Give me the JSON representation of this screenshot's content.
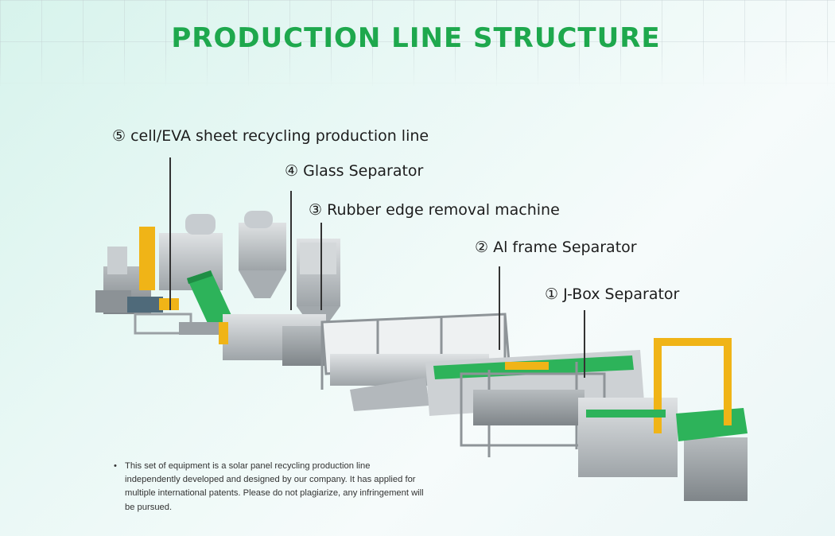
{
  "title": "PRODUCTION LINE STRUCTURE",
  "labels": [
    {
      "num": "⑤",
      "text": "cell/EVA sheet recycling production line"
    },
    {
      "num": "④",
      "text": "Glass Separator"
    },
    {
      "num": "③",
      "text": "Rubber edge removal machine"
    },
    {
      "num": "②",
      "text": "Al frame Separator"
    },
    {
      "num": "①",
      "text": "J-Box Separator"
    }
  ],
  "note": {
    "bullet": "•",
    "text": "This set of equipment is a solar panel recycling production line independently developed and designed by our company. It has applied for multiple international patents. Please do not plagiarize, any infringement will be pursued."
  },
  "colors": {
    "title": "#1ea84d",
    "frame_yellow": "#f0b417",
    "conveyor_green": "#2db35a",
    "steel": "#b9bec2"
  }
}
